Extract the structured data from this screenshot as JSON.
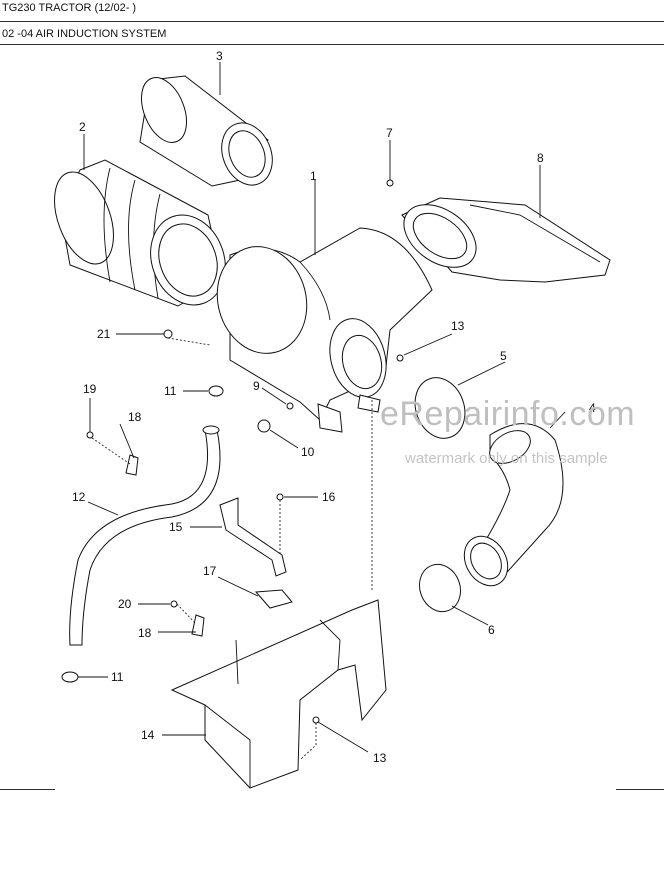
{
  "header": {
    "model": "TG230 TRACTOR (12/02- )",
    "section": "02 -04 AIR INDUCTION SYSTEM"
  },
  "callouts": [
    "1",
    "2",
    "3",
    "4",
    "5",
    "6",
    "7",
    "8",
    "9",
    "10",
    "11",
    "12",
    "13",
    "14",
    "15",
    "16",
    "17",
    "18",
    "19",
    "20",
    "21"
  ],
  "watermark": {
    "brand": "eRepairinfo.com",
    "note": "watermark only on this sample"
  }
}
